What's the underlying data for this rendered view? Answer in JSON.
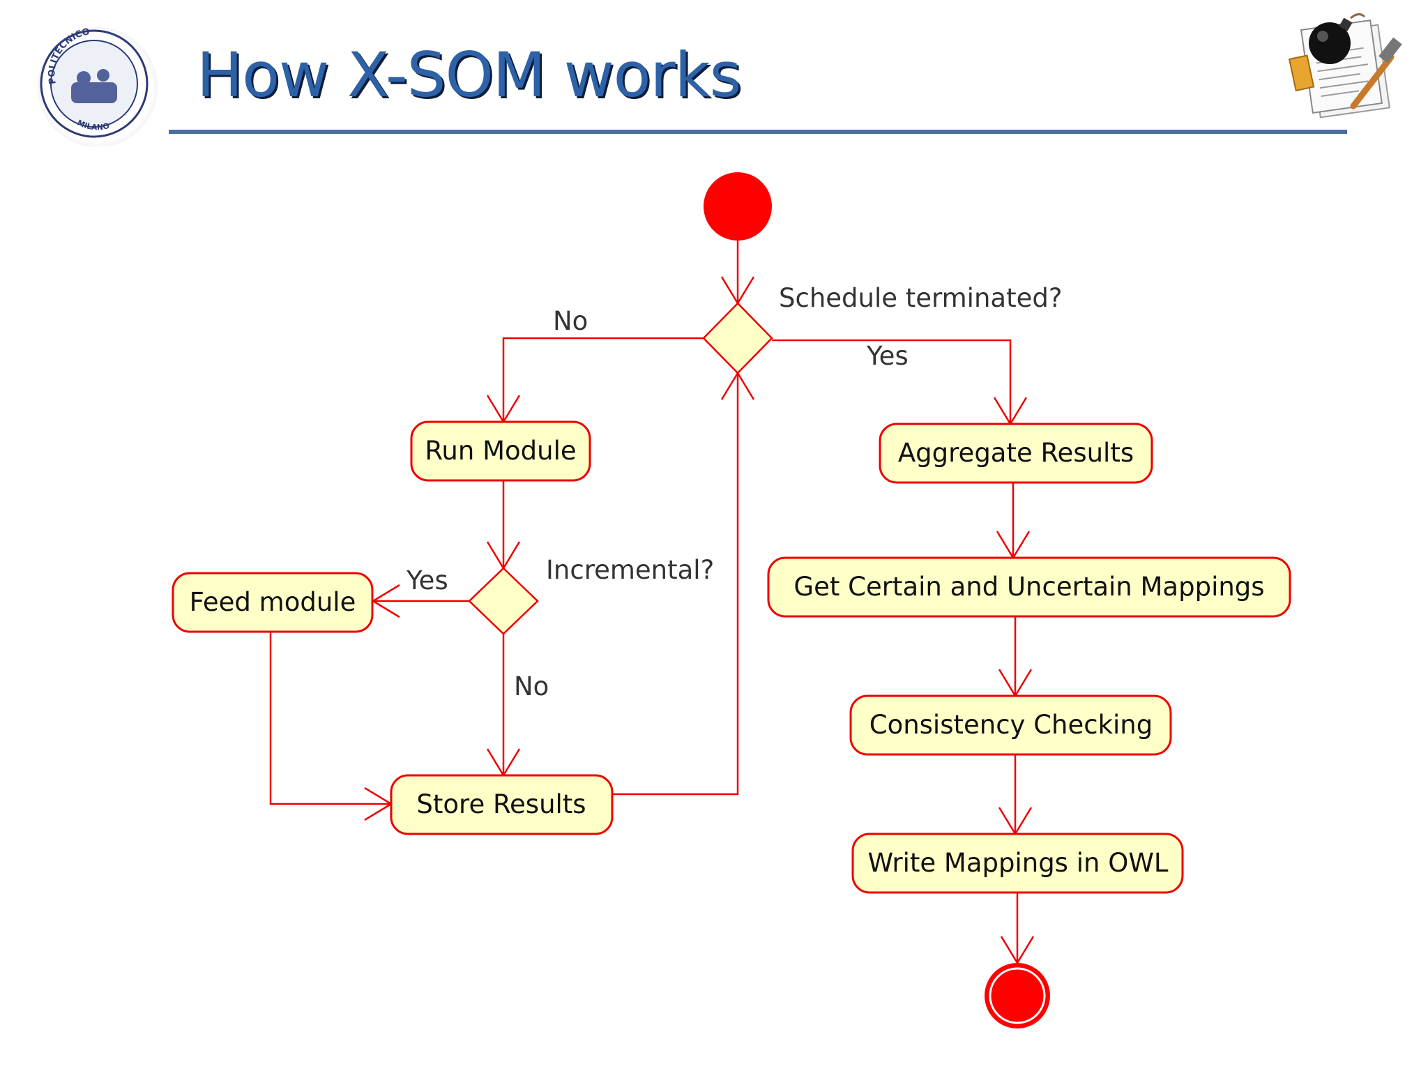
{
  "slide": {
    "title": "How X-SOM works"
  },
  "logo": {
    "seal_text_top": "POLITECNICO",
    "seal_text_bottom": "MILANO",
    "icon": "university-seal-icon"
  },
  "corner_icon": {
    "icon": "script-bomb-icon"
  },
  "diagram": {
    "nodes": {
      "run_module": "Run Module",
      "feed_module": "Feed module",
      "store_results": "Store Results",
      "aggregate_results": "Aggregate Results",
      "get_mappings": "Get Certain and Uncertain Mappings",
      "consistency_checking": "Consistency Checking",
      "write_mappings": "Write Mappings in OWL"
    },
    "decisions": {
      "schedule": "Schedule terminated?",
      "incremental": "Incremental?"
    },
    "guards": {
      "schedule_no": "No",
      "schedule_yes": "Yes",
      "incremental_yes": "Yes",
      "incremental_no": "No"
    },
    "colors": {
      "accent": "#ee0000",
      "node_fill": "#ffffc8",
      "title": "#2e62a8"
    }
  }
}
